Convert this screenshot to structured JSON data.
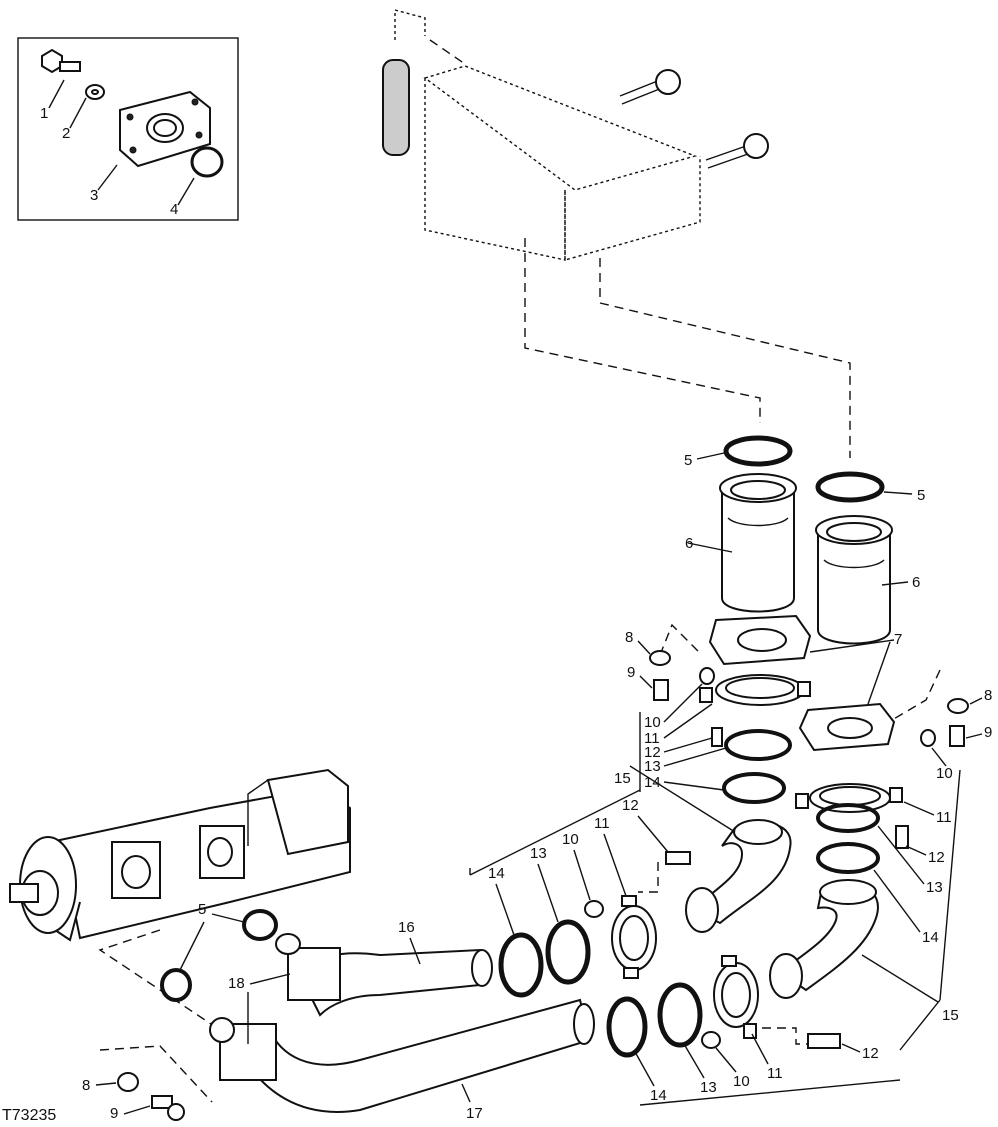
{
  "figure_id": "T73235",
  "callouts": {
    "inset_1": "1",
    "inset_2": "2",
    "inset_3": "3",
    "inset_4": "4",
    "c5a": "5",
    "c5b": "5",
    "c5c": "5",
    "c6a": "6",
    "c6b": "6",
    "c7": "7",
    "c8a": "8",
    "c8b": "8",
    "c8c": "8",
    "c9a": "9",
    "c9b": "9",
    "c9c": "9",
    "c10a": "10",
    "c10b": "10",
    "c10c": "10",
    "c10d": "10",
    "c11a": "11",
    "c11b": "11",
    "c11c": "11",
    "c11d": "11",
    "c12a": "12",
    "c12b": "12",
    "c12c": "12",
    "c12d": "12",
    "c13a": "13",
    "c13b": "13",
    "c13c": "13",
    "c13d": "13",
    "c14a": "14",
    "c14b": "14",
    "c14c": "14",
    "c14d": "14",
    "c15a": "15",
    "c15b": "15",
    "c16": "16",
    "c17": "17",
    "c18": "18"
  }
}
